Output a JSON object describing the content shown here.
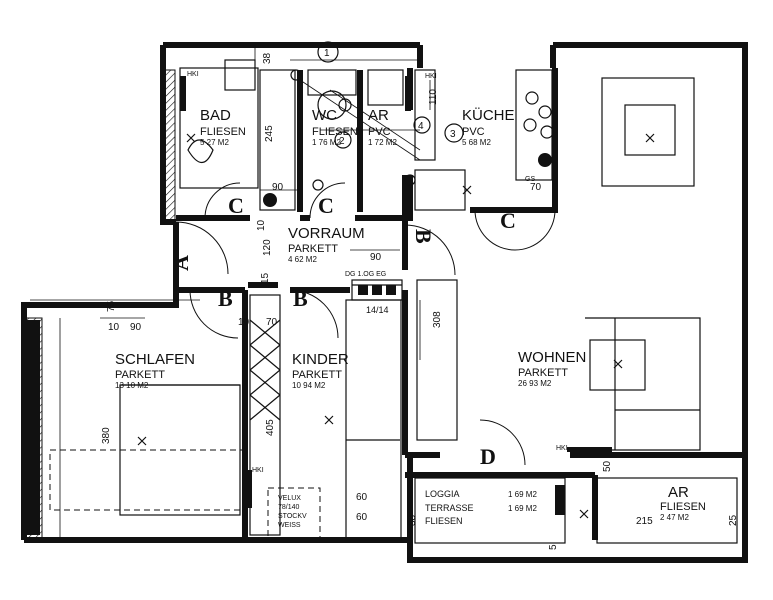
{
  "rooms": {
    "bad": {
      "name": "BAD",
      "floor": "FLIESEN",
      "area": "5 27 M2"
    },
    "wc": {
      "name": "WC",
      "floor": "FLIESEN",
      "area": "1 76 M2"
    },
    "ar1": {
      "name": "AR",
      "floor": "PVC",
      "area": "1 72 M2"
    },
    "kueche": {
      "name": "KÜCHE",
      "floor": "PVC",
      "area": "5 68 M2"
    },
    "vorraum": {
      "name": "VORRAUM",
      "floor": "PARKETT",
      "area": "4 62 M2"
    },
    "schlafen": {
      "name": "SCHLAFEN",
      "floor": "PARKETT",
      "area": "13 10 M2"
    },
    "kinder": {
      "name": "KINDER",
      "floor": "PARKETT",
      "area": "10 94 M2"
    },
    "wohnen": {
      "name": "WOHNEN",
      "floor": "PARKETT",
      "area": "26 93 M2"
    },
    "loggia": {
      "name": "LOGGIA",
      "area": "1 69 M2"
    },
    "terrasse": {
      "name": "TERRASSE",
      "floor": "FLIESEN",
      "area": "1 69 M2"
    },
    "ar2": {
      "name": "AR",
      "floor": "FLIESEN",
      "area": "2 47 M2"
    }
  },
  "door_labels": {
    "a": "A",
    "b1": "B",
    "b2": "B",
    "b3": "B",
    "c1": "C",
    "c2": "C",
    "c3": "C",
    "d": "D"
  },
  "dimensions": {
    "d38_top": "38",
    "d110": "110",
    "d245": "245",
    "d90_bad": "90",
    "d10_bad": "10",
    "d120": "120",
    "d15": "15",
    "d90_vorraum": "90",
    "d10_schlafen": "10",
    "d90_schlafen": "90",
    "d70_kinder": "70",
    "d380": "380",
    "d405": "405",
    "d308": "308",
    "d70_kueche": "70",
    "d60_a": "60",
    "d60_b": "60",
    "d50": "50",
    "d38_bottom": "38",
    "d215": "215",
    "d25": "25",
    "d75": "75",
    "d5": "5",
    "d10_vorraum": "10"
  },
  "markers": {
    "m1": "1",
    "m2": "2",
    "m3": "3",
    "m4": "4"
  },
  "annotations": {
    "hki_bad": "HKI",
    "hki_kueche": "HKI",
    "hki_kinder": "HKI",
    "hki_wohnen": "HKI",
    "gs": "GS",
    "dg": "DG 1.OG EG",
    "panel": "14/14",
    "velux_1": "VELUX",
    "velux_2": "78/140",
    "velux_3": "STOCKV",
    "velux_4": "WEISS"
  }
}
